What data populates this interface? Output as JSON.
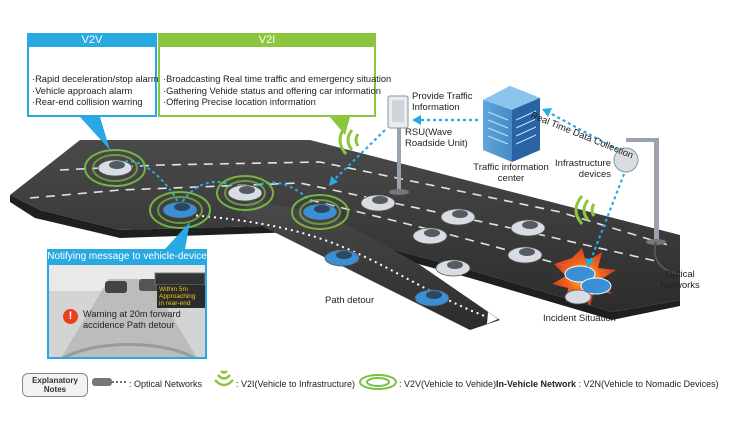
{
  "v2v": {
    "title": "V2V",
    "items": [
      "·Rapid deceleration/stop alarm",
      "·Vehicle approach alarm",
      "·Rear-end collision warring"
    ]
  },
  "v2i": {
    "title": "V2I",
    "items": [
      "·Broadcasting Real time traffic and emergency situation",
      "·Gathering Vehide status and offering car information",
      "·Offering Precise location information"
    ]
  },
  "labels": {
    "provide_traffic": [
      "Provide Traffic",
      "Information"
    ],
    "rsu": [
      "RSU(Wave",
      "Roadside Unit)"
    ],
    "traffic_center": [
      "Traffic information",
      "center"
    ],
    "realtime": "Real Time Data Collection",
    "infra": [
      "Infrastructure",
      "devices"
    ],
    "optical": [
      "Optical",
      "Networks"
    ],
    "incident": "Incident Situation",
    "path_detour": "Path detour"
  },
  "notify": {
    "title": "Notifying message to vehicle-device",
    "hud": [
      "Within 5m Approaching",
      "in rear-end"
    ],
    "warning": [
      "Warning at 20m forward",
      "accidence Path detour"
    ]
  },
  "legend": {
    "tag": [
      "Explanatory",
      "Notes"
    ],
    "optical": ": Optical Networks",
    "v2i": ": V2I(Vehicle to Infrastructure)",
    "v2v": ": V2V(Vehicle to Vehide)",
    "invehicle_bold": "In-Vehicle Network",
    "invehicle": " : V2N(Vehicle to Nomadic Devices)"
  },
  "colors": {
    "blue": "#29a9e1",
    "green": "#8cc63e",
    "road": "#3a3a3a",
    "incident": "#e8401c"
  }
}
